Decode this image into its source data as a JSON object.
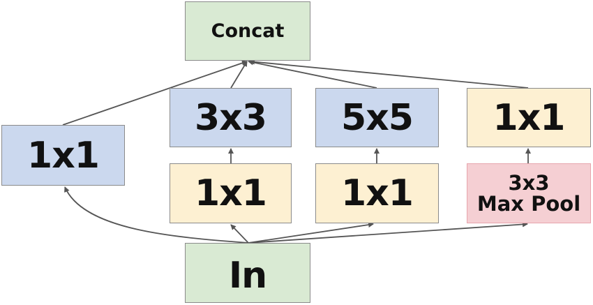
{
  "nodes": {
    "concat": {
      "label": "Concat",
      "color": "#d9ead3"
    },
    "conv1x1_left": {
      "label": "1x1",
      "color": "#cbd8ee"
    },
    "conv3x3": {
      "label": "3x3",
      "color": "#cbd8ee"
    },
    "conv5x5": {
      "label": "5x5",
      "color": "#cbd8ee"
    },
    "conv1x1_after_pool": {
      "label": "1x1",
      "color": "#fdf0d2"
    },
    "conv1x1_before_3x3": {
      "label": "1x1",
      "color": "#fdf0d2"
    },
    "conv1x1_before_5x5": {
      "label": "1x1",
      "color": "#fdf0d2"
    },
    "maxpool": {
      "line1": "3x3",
      "line2": "Max Pool",
      "color": "#f5cfd3"
    },
    "input": {
      "label": "In",
      "color": "#d9ead3"
    }
  },
  "edges": [
    {
      "from": "input",
      "to": "conv1x1_left"
    },
    {
      "from": "input",
      "to": "conv1x1_before_3x3"
    },
    {
      "from": "input",
      "to": "conv1x1_before_5x5"
    },
    {
      "from": "input",
      "to": "maxpool"
    },
    {
      "from": "conv1x1_before_3x3",
      "to": "conv3x3"
    },
    {
      "from": "conv1x1_before_5x5",
      "to": "conv5x5"
    },
    {
      "from": "maxpool",
      "to": "conv1x1_after_pool"
    },
    {
      "from": "conv1x1_left",
      "to": "concat"
    },
    {
      "from": "conv3x3",
      "to": "concat"
    },
    {
      "from": "conv5x5",
      "to": "concat"
    },
    {
      "from": "conv1x1_after_pool",
      "to": "concat"
    }
  ]
}
